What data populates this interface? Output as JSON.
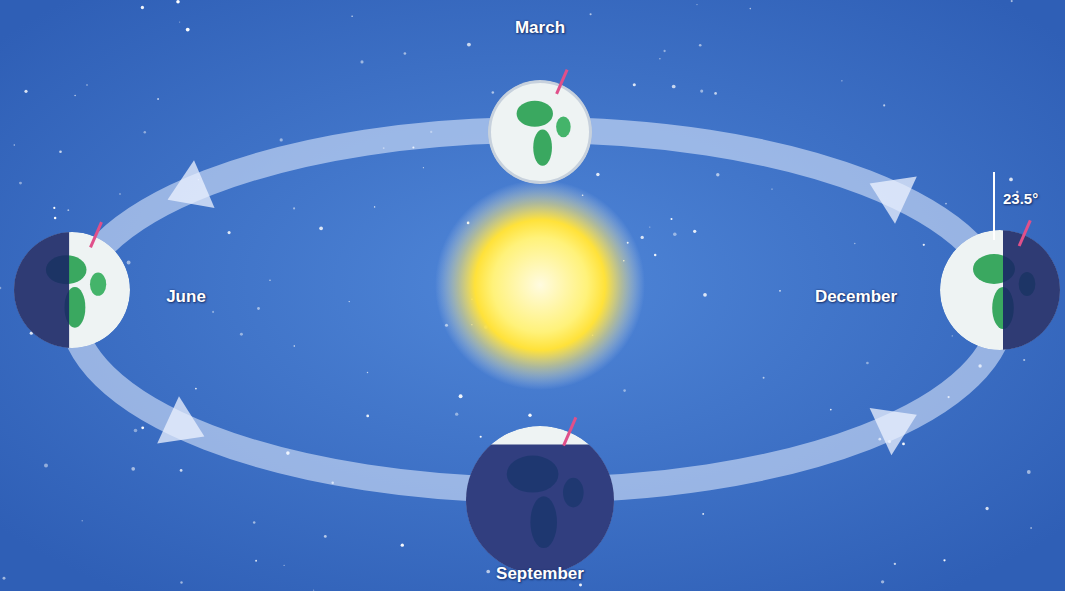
{
  "diagram": {
    "labels": [
      "March",
      "June",
      "December",
      "September",
      "23.5°"
    ]
  }
}
